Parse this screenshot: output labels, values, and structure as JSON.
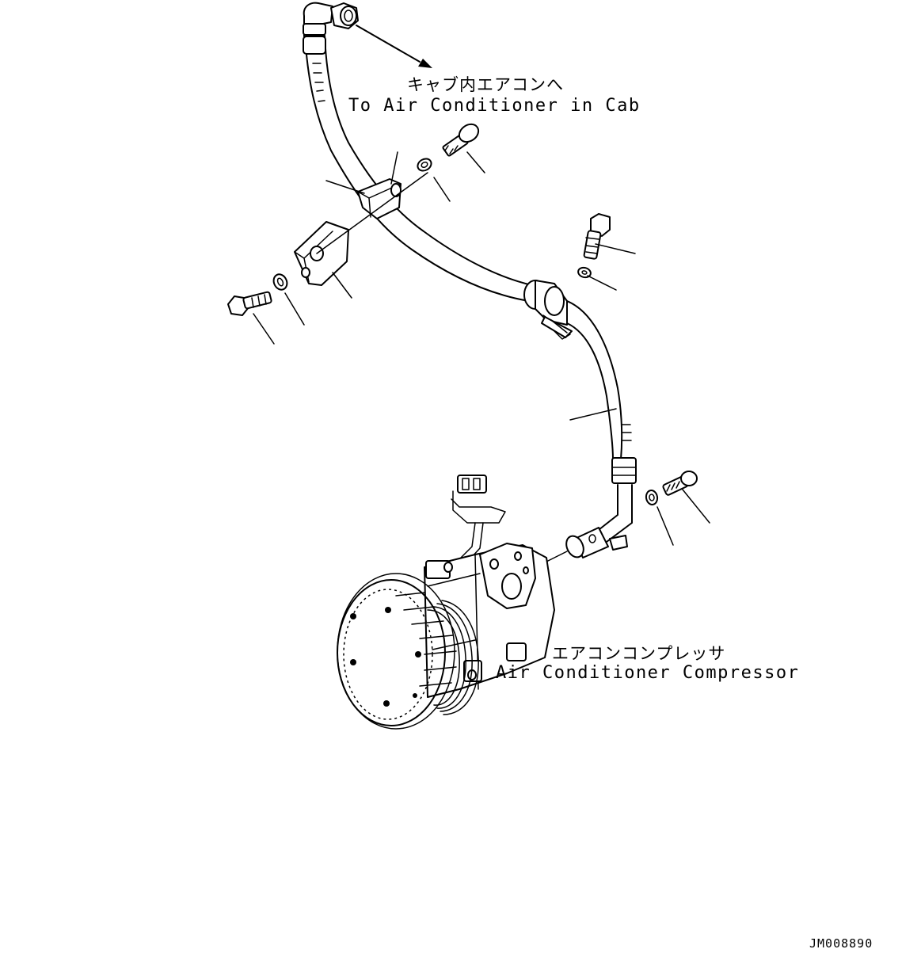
{
  "labels": {
    "cab_jp": "キャブ内エアコンへ",
    "cab_en": "To Air Conditioner in Cab",
    "compressor_jp": "エアコンコンプレッサ",
    "compressor_en": "Air Conditioner Compressor",
    "drawing_code": "JM008890"
  },
  "colors": {
    "line": "#000000",
    "background": "#ffffff"
  }
}
